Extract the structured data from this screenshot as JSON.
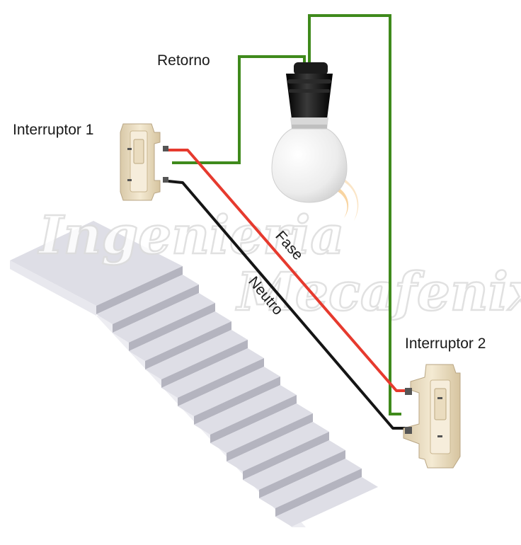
{
  "labels": {
    "retorno": "Retorno",
    "interruptor1": "Interruptor 1",
    "interruptor2": "Interruptor 2",
    "fase": "Fase",
    "neutro": "Neutro"
  },
  "watermark": {
    "line1": "Ingenieria",
    "line2": "Mecafenix"
  },
  "colors": {
    "fase": "#e63a2e",
    "neutro": "#151515",
    "retorno": "#3f8a1c",
    "switch_body": "#efe3c8",
    "stairs_top": "#dedee6",
    "stairs_front": "#b4b4bf",
    "bulb_glass": "#f2f2f2",
    "bulb_socket": "#1b1b1b"
  }
}
